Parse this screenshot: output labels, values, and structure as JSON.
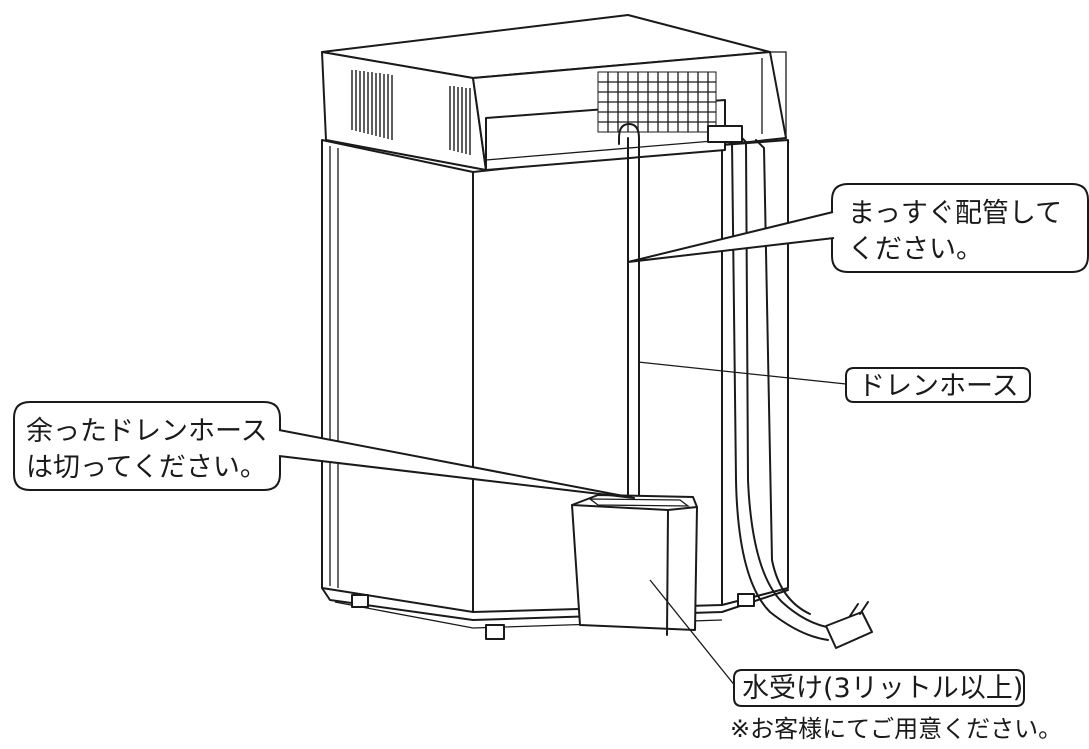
{
  "callouts": {
    "straight_piping": {
      "line1": "まっすぐ配管して",
      "line2": "ください。"
    },
    "drain_hose": "ドレンホース",
    "excess_hose": {
      "line1": "余ったドレンホース",
      "line2": "は切ってください。"
    },
    "water_container": "水受け(3リットル以上)",
    "customer_note": "※お客様にてご用意ください。"
  }
}
